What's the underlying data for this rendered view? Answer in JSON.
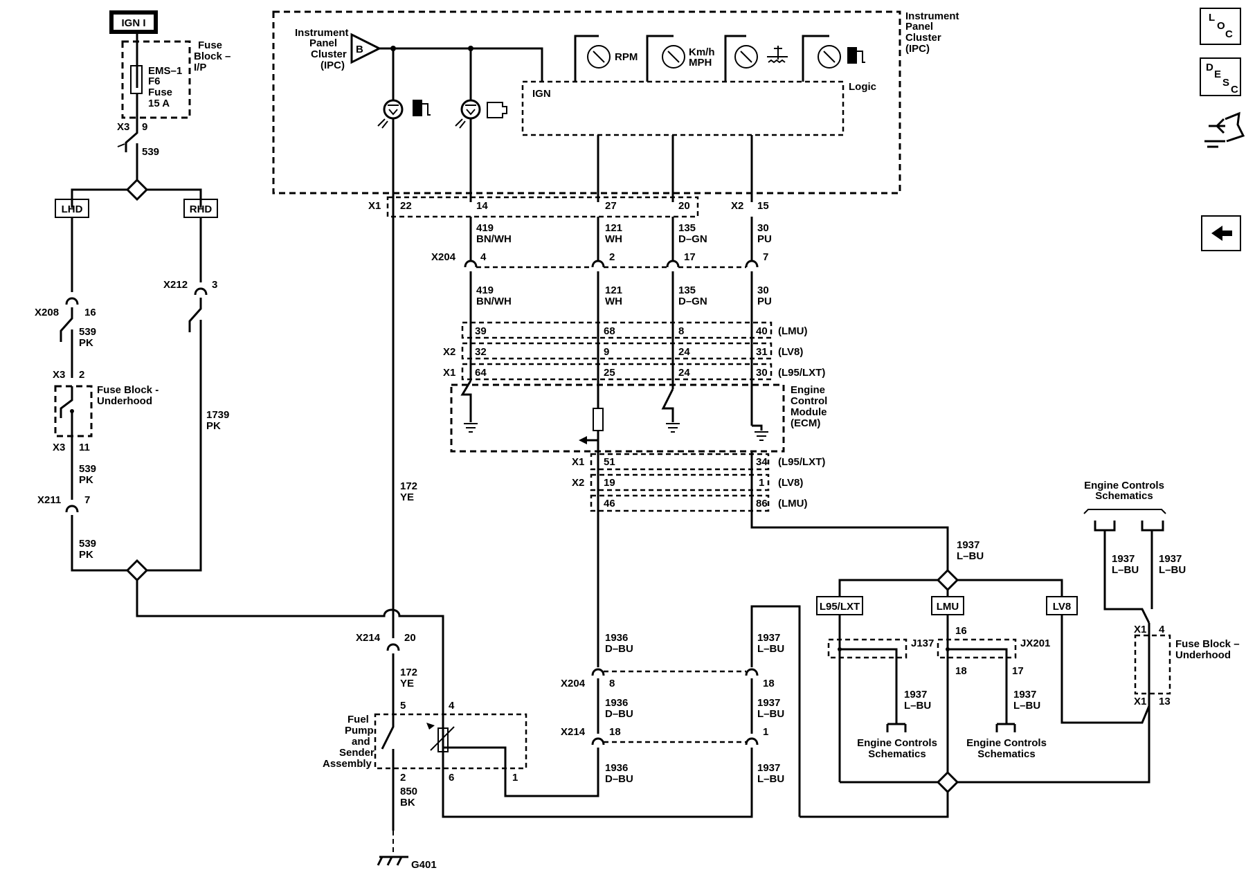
{
  "ign": "IGN I",
  "fuse_ip": {
    "block_label_1": "Fuse",
    "block_label_2": "Block –",
    "block_label_3": "I/P",
    "fuse_1": "EMS–1",
    "fuse_2": "F6",
    "fuse_3": "Fuse",
    "fuse_4": "15 A",
    "conn": "X3",
    "pin": "9",
    "circuit": "539"
  },
  "hand": {
    "lhd": "LHD",
    "rhd": "RHD"
  },
  "left": {
    "x208": "X208",
    "x208_pin": "16",
    "c539a": "539",
    "pka": "PK",
    "x212": "X212",
    "x212_pin": "3",
    "x3a": "X3",
    "x3a_pin": "2",
    "fb_uh_1": "Fuse Block -",
    "fb_uh_2": "Underhood",
    "x3b": "X3",
    "x3b_pin": "11",
    "c539b": "539",
    "pkb": "PK",
    "c1739": "1739",
    "pkc": "PK",
    "x211": "X211",
    "x211_pin": "7",
    "c539c": "539",
    "pkd": "PK"
  },
  "ipc": {
    "title_1": "Instrument",
    "title_2": "Panel",
    "title_3": "Cluster",
    "title_4": "(IPC)",
    "rt_1": "Instrument",
    "rt_2": "Panel",
    "rt_3": "Cluster",
    "rt_4": "(IPC)",
    "b": "B",
    "ign": "IGN",
    "logic": "Logic",
    "rpm": "RPM",
    "kmh_1": "Km/h",
    "kmh_2": "MPH"
  },
  "ipc_conn": {
    "x1": "X1",
    "p22": "22",
    "p14": "14",
    "p27": "27",
    "p20": "20",
    "x2": "X2",
    "p15": "15"
  },
  "wires_a": {
    "c419": "419",
    "bnwh": "BN/WH",
    "c121": "121",
    "wh": "WH",
    "c135": "135",
    "dgn": "D–GN",
    "c30": "30",
    "pu": "PU"
  },
  "x204a": {
    "name": "X204",
    "p4": "4",
    "p2": "2",
    "p17": "17",
    "p7": "7"
  },
  "wires_b": {
    "c419": "419",
    "bnwh": "BN/WH",
    "c121": "121",
    "wh": "WH",
    "c135": "135",
    "dgn": "D–GN",
    "c30": "30",
    "pu": "PU"
  },
  "ecm_in": {
    "r1": [
      "39",
      "68",
      "8",
      "40"
    ],
    "r1_tag": "(LMU)",
    "r2_conn": "X2",
    "r2": [
      "32",
      "9",
      "24",
      "31"
    ],
    "r2_tag": "(LV8)",
    "r3_conn": "X1",
    "r3": [
      "64",
      "25",
      "24",
      "30"
    ],
    "r3_tag": "(L95/LXT)"
  },
  "ecm": {
    "l1": "Engine",
    "l2": "Control",
    "l3": "Module",
    "l4": "(ECM)"
  },
  "ecm_out": {
    "r1_conn": "X1",
    "r1": [
      "51",
      "34"
    ],
    "r1_tag": "(L95/LXT)",
    "r2_conn": "X2",
    "r2": [
      "19",
      "1"
    ],
    "r2_tag": "(LV8)",
    "r3": [
      "46",
      "86"
    ],
    "r3_tag": "(LMU)"
  },
  "c172a": {
    "num": "172",
    "color": "YE"
  },
  "x214a": {
    "name": "X214",
    "pin": "20"
  },
  "c172b": {
    "num": "172",
    "color": "YE"
  },
  "pump": {
    "l1": "Fuel",
    "l2": "Pump",
    "l3": "and",
    "l4": "Sender",
    "l5": "Assembly",
    "p5": "5",
    "p4": "4",
    "p2": "2",
    "p6": "6",
    "p1": "1"
  },
  "ground": {
    "c850": "850",
    "bk": "BK",
    "g": "G401"
  },
  "mid": {
    "c1936a": "1936",
    "dbua": "D–BU",
    "c1937a": "1937",
    "lbua": "L–BU",
    "x204": "X204",
    "x204_p8": "8",
    "x204_p18": "18",
    "c1936b": "1936",
    "dbub": "D–BU",
    "c1937b": "1937",
    "lbub": "L–BU",
    "x214": "X214",
    "x214_p18": "18",
    "x214_p1": "1",
    "c1936c": "1936",
    "dbuc": "D–BU",
    "c1937c": "1937",
    "lbuc": "L–BU"
  },
  "right": {
    "c1937": "1937",
    "lbu": "L–BU",
    "l95": "L95/LXT",
    "lmu": "LMU",
    "lv8": "LV8",
    "j137": "J137",
    "jx201": "JX201",
    "p16": "16",
    "p18": "18",
    "p17": "17",
    "c1937a": "1937",
    "lbua": "L–BU",
    "c1937b": "1937",
    "lbub": "L–BU",
    "ecs1_1": "Engine Controls",
    "ecs1_2": "Schematics",
    "ecs2_1": "Engine Controls",
    "ecs2_2": "Schematics",
    "ecs_top_1": "Engine Controls",
    "ecs_top_2": "Schematics",
    "c1937c": "1937",
    "lbuc": "L–BU",
    "c1937d": "1937",
    "lbud": "L–BU",
    "x1a": "X1",
    "x1a_pin": "4",
    "fb_1": "Fuse Block –",
    "fb_2": "Underhood",
    "x1b": "X1",
    "x1b_pin": "13"
  },
  "nav": {
    "loc": [
      "L",
      "O",
      "C"
    ],
    "desc": [
      "D",
      "E",
      "S",
      "C"
    ]
  }
}
